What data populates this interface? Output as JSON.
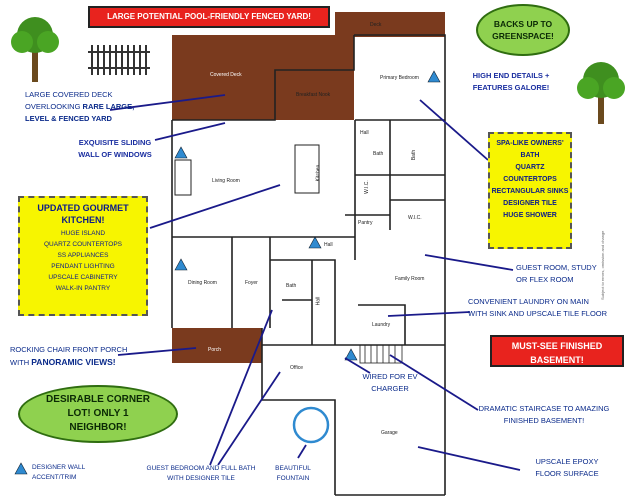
{
  "banners": {
    "pool": "LARGE POTENTIAL POOL-FRIENDLY FENCED YARD!",
    "basement": "MUST-SEE FINISHED BASEMENT!"
  },
  "ovals": {
    "greenspace": "BACKS UP TO GREENSPACE!",
    "corner_lot": "DESIRABLE CORNER LOT! ONLY 1 NEIGHBOR!"
  },
  "kitchen_box": {
    "title": "UPDATED GOURMET KITCHEN!",
    "items": [
      "HUGE ISLAND",
      "QUARTZ COUNTERTOPS",
      "SS APPLIANCES",
      "PENDANT LIGHTING",
      "UPSCALE CABINETRY",
      "WALK-IN PANTRY"
    ]
  },
  "bath_box": {
    "items": [
      "SPA-LIKE OWNERS' BATH",
      "QUARTZ COUNTERTOPS",
      "RECTANGULAR SINKS",
      "DESIGNER TILE",
      "HUGE SHOWER"
    ]
  },
  "callouts": {
    "covered_deck": [
      "LARGE COVERED DECK",
      "OVERLOOKING",
      "RARE LARGE,",
      "LEVEL & FENCED YARD"
    ],
    "sliding": "EXQUISITE SLIDING WALL OF WINDOWS",
    "high_end": "HIGH END DETAILS + FEATURES GALORE!",
    "guest_room": "GUEST ROOM, STUDY OR FLEX ROOM",
    "laundry": "CONVENIENT LAUNDRY ON MAIN WITH SINK AND UPSCALE TILE FLOOR",
    "porch_a": "ROCKING CHAIR FRONT PORCH",
    "porch_b": "WITH",
    "porch_c": "PANORAMIC VIEWS!",
    "ev": "WIRED FOR EV CHARGER",
    "staircase": "DRAMATIC STAIRCASE TO AMAZING FINISHED BASEMENT!",
    "epoxy": "UPSCALE EPOXY FLOOR SURFACE",
    "designer_wall": "DESIGNER WALL ACCENT/TRIM",
    "guest_bed": "GUEST BEDROOM AND FULL BATH WITH DESIGNER TILE",
    "fountain": "BEAUTIFUL FOUNTAIN"
  },
  "rooms": {
    "deck": "Deck",
    "covered_deck": "Covered Deck",
    "breakfast": "Breakfast Nook",
    "primary": "Primary Bedroom",
    "hall1": "Hall",
    "bath1": "Bath",
    "bath2": "Bath",
    "living": "Living Room",
    "kitchen": "Kitchen",
    "wic1": "W.I.C.",
    "wic2": "W.I.C.",
    "pantry": "Pantry",
    "hall2": "Hall",
    "dining": "Dining Room",
    "foyer": "Foyer",
    "bath3": "Bath",
    "hall3": "Hall",
    "family": "Family Room",
    "laundry": "Laundry",
    "porch": "Porch",
    "office": "Office",
    "garage": "Garage"
  },
  "side_note": "Subject to errors, omission and change",
  "colors": {
    "red": "#e8231e",
    "green": "#8fd14f",
    "yellow": "#f7f500",
    "deck": "#7a3a1e",
    "arrow": "#1a1a8a",
    "wall_triangle": "#2f8ad0"
  }
}
